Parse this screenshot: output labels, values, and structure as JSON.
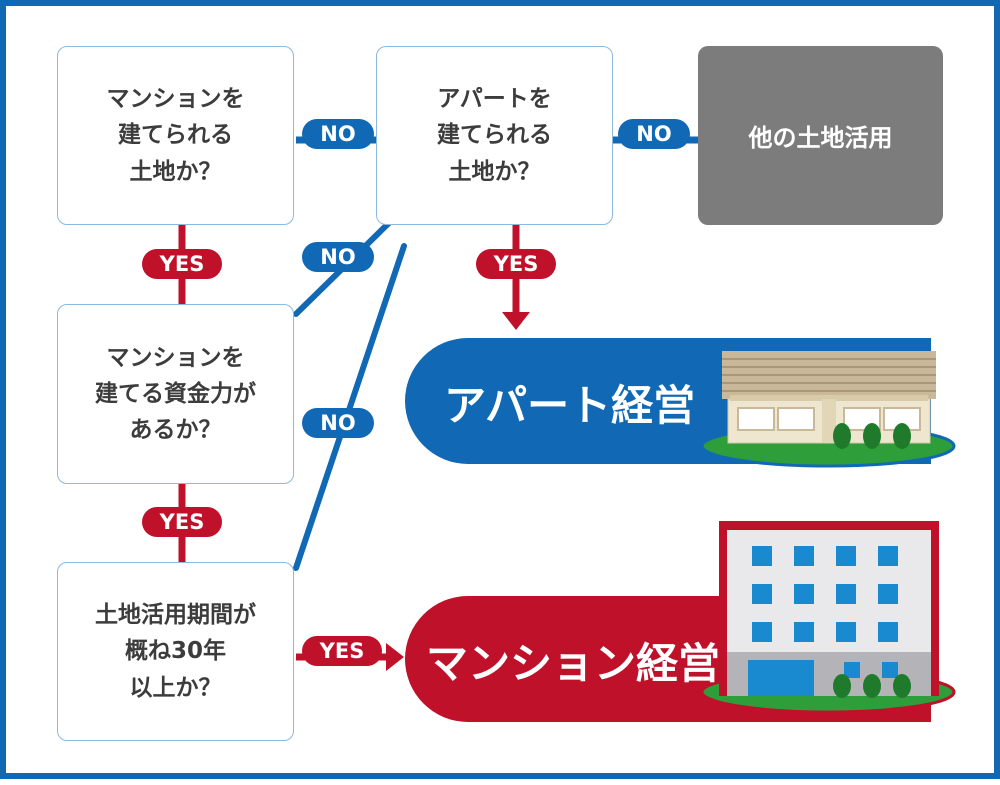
{
  "nodes": {
    "q1": "マンションを\n建てられる\n土地か？",
    "q2": "アパートを\n建てられる\n土地か？",
    "q3": "マンションを\n建てる資金力が\nあるか？",
    "q4": "土地活用期間が\n概ね30年\n以上か？",
    "other": "他の土地活用"
  },
  "labels": {
    "no": "NO",
    "yes": "YES"
  },
  "outcomes": {
    "apartment": "アパート経営",
    "mansion": "マンション経営"
  },
  "colors": {
    "blue": "#1169b5",
    "red": "#c0112b",
    "gray": "#7c7c7c",
    "box_border": "#8db9dd",
    "text": "#3c3c3c"
  }
}
